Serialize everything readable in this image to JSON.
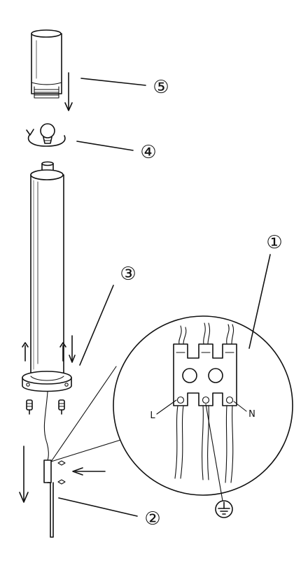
{
  "diagram": {
    "callouts": [
      {
        "id": "1",
        "label": "①"
      },
      {
        "id": "2",
        "label": "②"
      },
      {
        "id": "3",
        "label": "③"
      },
      {
        "id": "4",
        "label": "④"
      },
      {
        "id": "5",
        "label": "⑤"
      }
    ],
    "terminals": {
      "live": "L",
      "neutral": "N"
    },
    "icons": [
      "ground-icon",
      "bulb-icon",
      "rotate-arrow-icon",
      "down-arrow-icon",
      "left-arrow-icon",
      "screw-icon"
    ]
  }
}
